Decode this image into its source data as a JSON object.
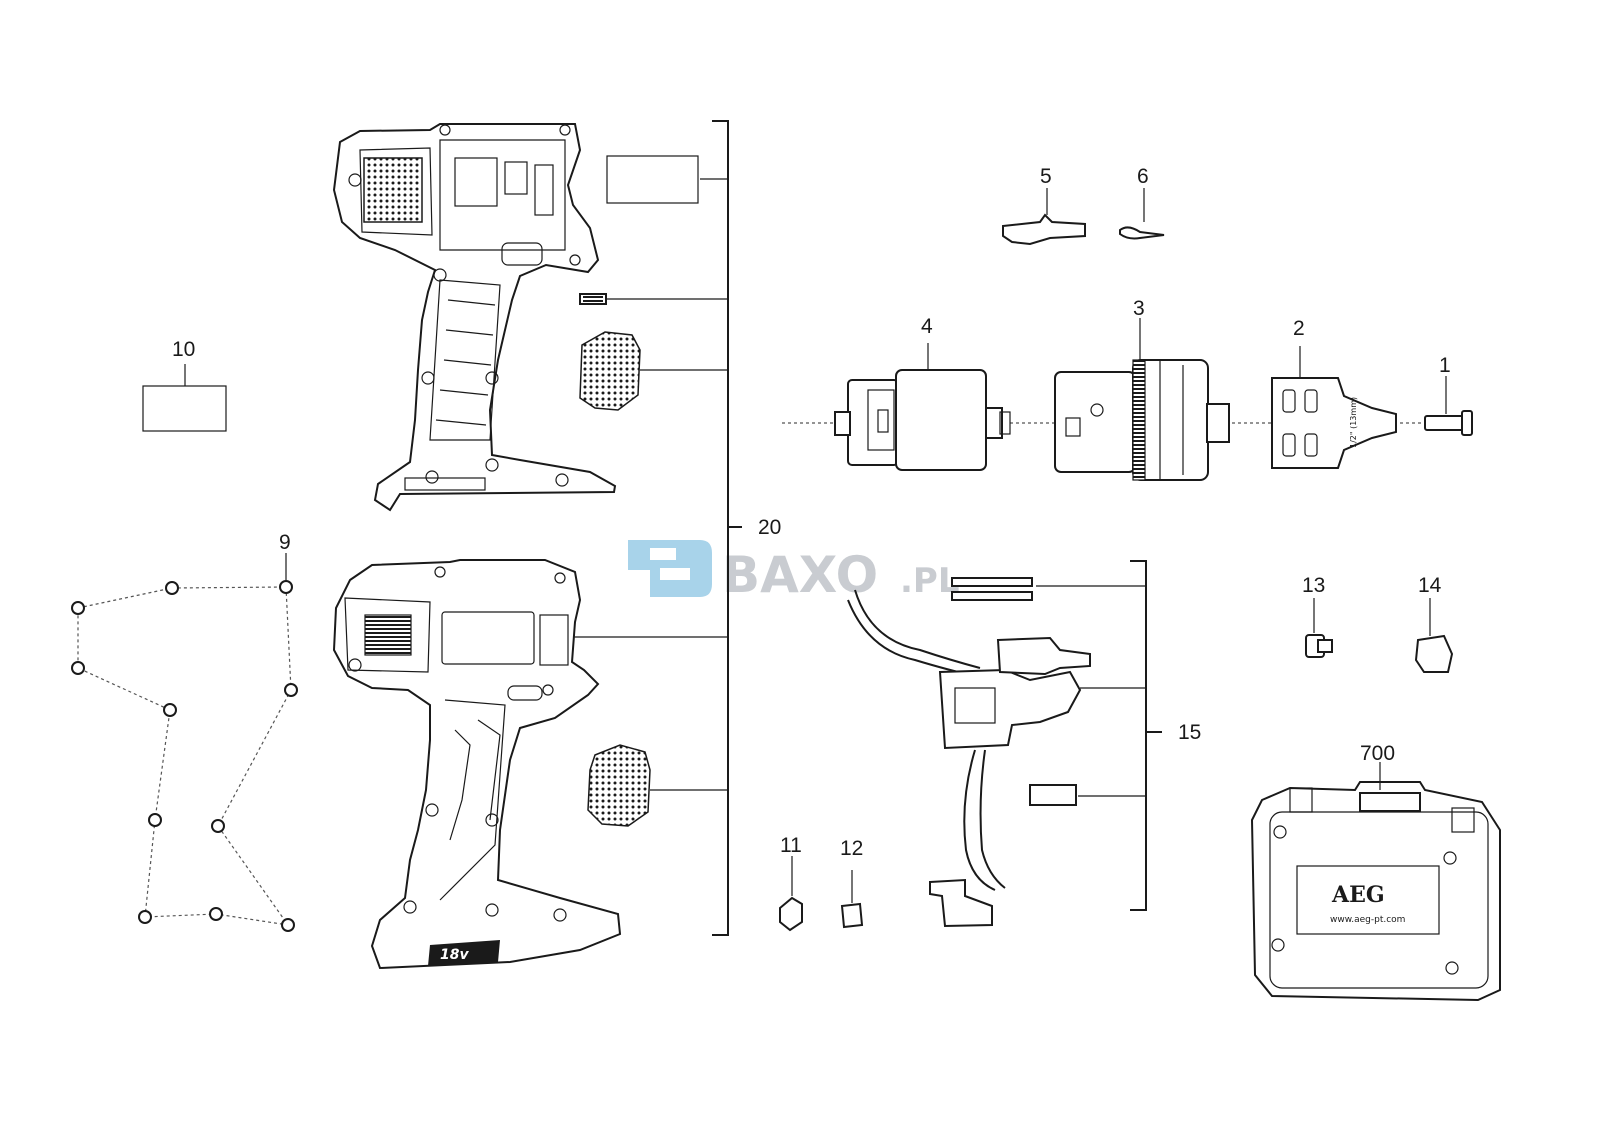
{
  "watermark": {
    "brand": "BAXO",
    "suffix": ".PL",
    "color": "#c9ccd1",
    "logo_color": "#a8d3ea"
  },
  "case_brand": {
    "logo": "AEG",
    "url": "www.aeg-pt.com"
  },
  "housing_badge": "18v",
  "chuck_marking": "1/2\" (13mm)",
  "labels": {
    "p1": "1",
    "p2": "2",
    "p3": "3",
    "p4": "4",
    "p5": "5",
    "p6": "6",
    "p9": "9",
    "p10": "10",
    "p11": "11",
    "p12": "12",
    "p13": "13",
    "p14": "14",
    "p15": "15",
    "p20": "20",
    "p700": "700"
  }
}
